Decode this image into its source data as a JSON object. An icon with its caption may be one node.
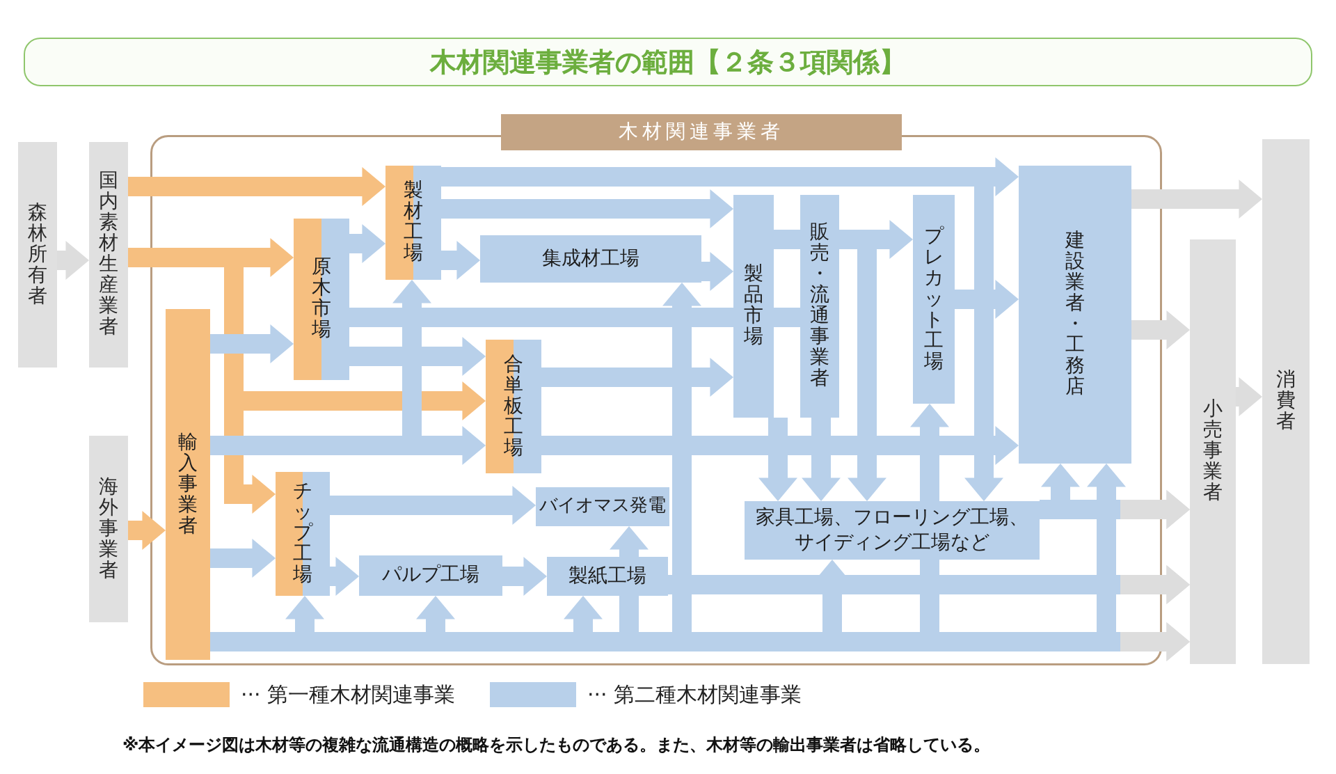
{
  "diagram": {
    "title": "木材関連事業者の範囲【２条３項関係】",
    "caption": "※本イメージ図は木材等の複雑な流通構造の概略を示したものである。また、木材等の輸出事業者は省略している。",
    "nodes": [
      {
        "text": [
          "森林所有者"
        ]
      },
      {
        "text": [
          "国内素材生産業者"
        ]
      },
      {
        "text": [
          "海外事業者"
        ]
      },
      {
        "text": [
          "木材関連事業者"
        ]
      },
      {
        "text": [
          "輸入事業者"
        ],
        "in": 3
      },
      {
        "text": [
          "原木市場"
        ],
        "in": 3
      },
      {
        "text": [
          "製材工場"
        ],
        "in": 3
      },
      {
        "text": [
          "集成材工場"
        ],
        "in": 3
      },
      {
        "text": [
          "合単板工場"
        ],
        "in": 3
      },
      {
        "text": [
          "チップ工場"
        ],
        "in": 3
      },
      {
        "text": [
          "パルプ工場"
        ],
        "in": 3
      },
      {
        "text": [
          "製紙工場"
        ],
        "in": 3
      },
      {
        "text": [
          "バイオマス発電"
        ],
        "in": 3
      },
      {
        "text": [
          "製品市場"
        ],
        "in": 3
      },
      {
        "text": [
          "販売・流通事業者"
        ],
        "in": 3
      },
      {
        "text": [
          "プレカット工場"
        ],
        "in": 3
      },
      {
        "text": [
          "家具工場、フローリング工場、サイディング工場など"
        ],
        "in": 3
      },
      {
        "text": [
          "建設業者・工務店"
        ],
        "in": 3
      },
      {
        "text": [
          "小売事業者"
        ]
      },
      {
        "text": [
          "消費者"
        ]
      }
    ],
    "edges": [
      {
        "from": 0,
        "to": 1,
        "arrow": "to",
        "color": "#dddddd"
      },
      {
        "from": 1,
        "to": 6,
        "arrow": "to",
        "color": "#f6bf80"
      },
      {
        "from": 1,
        "to": 5,
        "arrow": "to",
        "color": "#f6bf80"
      },
      {
        "from": 1,
        "to": 8,
        "arrow": "to",
        "color": "#f6bf80"
      },
      {
        "from": 1,
        "to": 9,
        "arrow": "to",
        "color": "#f6bf80"
      },
      {
        "from": 2,
        "to": 4,
        "arrow": "to",
        "color": "#f6bf80"
      },
      {
        "from": 4,
        "to": 5,
        "arrow": "to"
      },
      {
        "from": 4,
        "to": 8,
        "arrow": "to"
      },
      {
        "from": 4,
        "to": 6,
        "arrow": "to"
      },
      {
        "from": 4,
        "to": 9,
        "arrow": "to"
      },
      {
        "from": 4,
        "to": 9,
        "arrow": "to"
      },
      {
        "from": 4,
        "to": 10,
        "arrow": "to"
      },
      {
        "from": 4,
        "to": 11,
        "arrow": "to"
      },
      {
        "from": 4,
        "to": 11,
        "arrow": "none"
      },
      {
        "from": 4,
        "to": 7,
        "arrow": "to"
      },
      {
        "from": 4,
        "to": 16,
        "arrow": "to"
      },
      {
        "from": 4,
        "to": 16,
        "arrow": "none"
      },
      {
        "from": 4,
        "to": 17,
        "arrow": "to"
      },
      {
        "from": 4,
        "to": 18,
        "arrow": "to"
      },
      {
        "from": 5,
        "to": 6,
        "arrow": "to"
      },
      {
        "from": 5,
        "to": 13,
        "arrow": "none"
      },
      {
        "from": 5,
        "to": 8,
        "arrow": "to"
      },
      {
        "from": 6,
        "to": 17,
        "arrow": "to"
      },
      {
        "from": 6,
        "to": 13,
        "arrow": "to"
      },
      {
        "from": 6,
        "to": 7,
        "arrow": "to"
      },
      {
        "from": 6,
        "to": 16,
        "arrow": "to"
      },
      {
        "from": 7,
        "to": 13,
        "arrow": "to"
      },
      {
        "from": 8,
        "to": 13,
        "arrow": "to"
      },
      {
        "from": 8,
        "to": 17,
        "arrow": "to"
      },
      {
        "from": 9,
        "to": 12,
        "arrow": "to"
      },
      {
        "from": 9,
        "to": 10,
        "arrow": "to"
      },
      {
        "from": 10,
        "to": 11,
        "arrow": "to"
      },
      {
        "from": 11,
        "to": 12,
        "arrow": "to"
      },
      {
        "from": 11,
        "to": 18,
        "arrow": "to"
      },
      {
        "from": 13,
        "to": 16,
        "arrow": "to"
      },
      {
        "from": 13,
        "to": 14,
        "arrow": "none"
      },
      {
        "from": 13,
        "to": 14,
        "arrow": "none"
      },
      {
        "from": 14,
        "to": 15,
        "arrow": "to"
      },
      {
        "from": 14,
        "to": 16,
        "arrow": "to"
      },
      {
        "from": 14,
        "to": 16,
        "arrow": "to"
      },
      {
        "from": 15,
        "to": 17,
        "arrow": "to"
      },
      {
        "from": 16,
        "to": 15,
        "arrow": "to"
      },
      {
        "from": 16,
        "to": 17,
        "arrow": "to"
      },
      {
        "from": 16,
        "to": 18,
        "arrow": "to"
      },
      {
        "from": 17,
        "to": 19,
        "arrow": "to",
        "color": "#dddddd"
      },
      {
        "from": 17,
        "to": 18,
        "arrow": "to",
        "color": "#dddddd"
      },
      {
        "from": 18,
        "to": 19,
        "arrow": "to",
        "color": "#dddddd"
      }
    ],
    "legend": [
      {
        "text": "··· 第一種木材関連事業",
        "color": "#f6bf80"
      },
      {
        "text": "··· 第二種木材関連事業",
        "color": "#b8d0ea"
      }
    ]
  }
}
